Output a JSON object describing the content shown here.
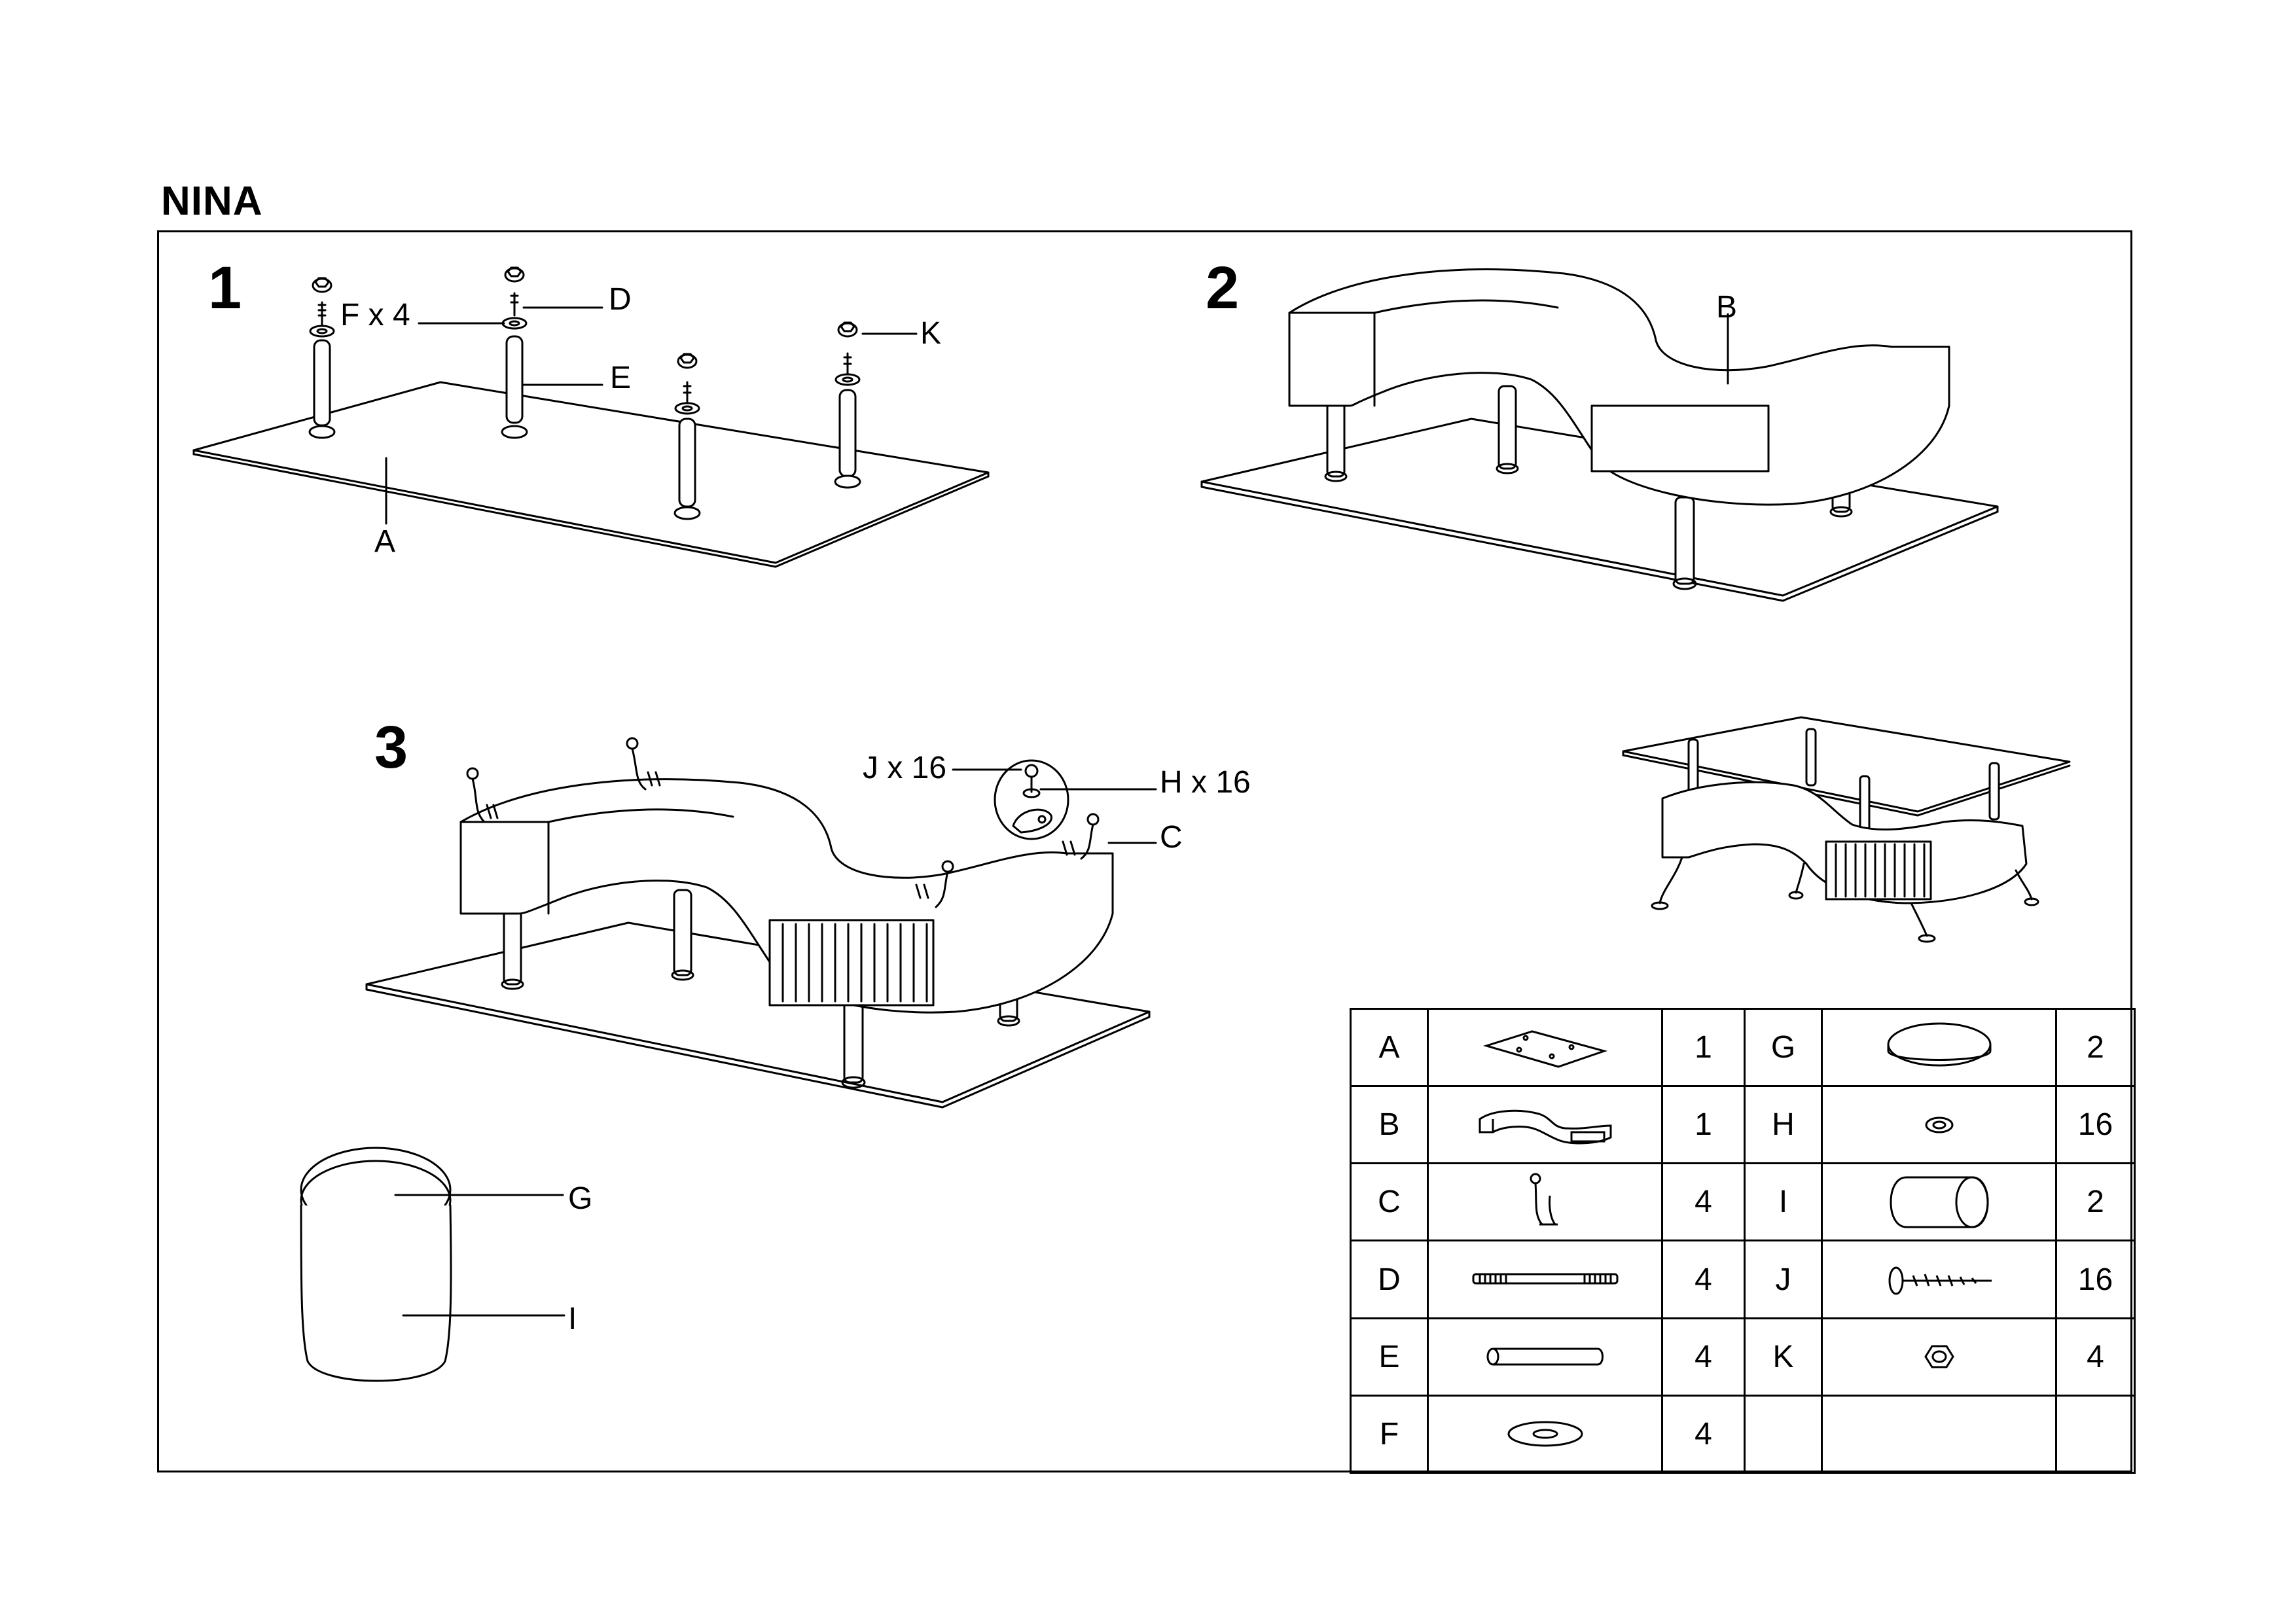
{
  "title": "NINA",
  "steps": {
    "s1": "1",
    "s2": "2",
    "s3": "3"
  },
  "callouts": {
    "f_x4": "F x 4",
    "d": "D",
    "e": "E",
    "k": "K",
    "a": "A",
    "b": "B",
    "j_x16": "J x 16",
    "h_x16": "H x 16",
    "c": "C",
    "g": "G",
    "i": "I"
  },
  "parts": [
    {
      "letter": "A",
      "qty": "1",
      "icon": "glass-plate-icon"
    },
    {
      "letter": "G",
      "qty": "2",
      "icon": "stool-cushion-icon"
    },
    {
      "letter": "B",
      "qty": "1",
      "icon": "s-shaped-frame-icon"
    },
    {
      "letter": "H",
      "qty": "16",
      "icon": "small-washer-icon"
    },
    {
      "letter": "C",
      "qty": "4",
      "icon": "curved-leg-bracket-icon"
    },
    {
      "letter": "I",
      "qty": "2",
      "icon": "stool-body-icon"
    },
    {
      "letter": "D",
      "qty": "4",
      "icon": "threaded-rod-icon"
    },
    {
      "letter": "J",
      "qty": "16",
      "icon": "wood-screw-icon"
    },
    {
      "letter": "E",
      "qty": "4",
      "icon": "tube-post-icon"
    },
    {
      "letter": "K",
      "qty": "4",
      "icon": "hex-nut-icon"
    },
    {
      "letter": "F",
      "qty": "4",
      "icon": "large-washer-icon"
    }
  ]
}
